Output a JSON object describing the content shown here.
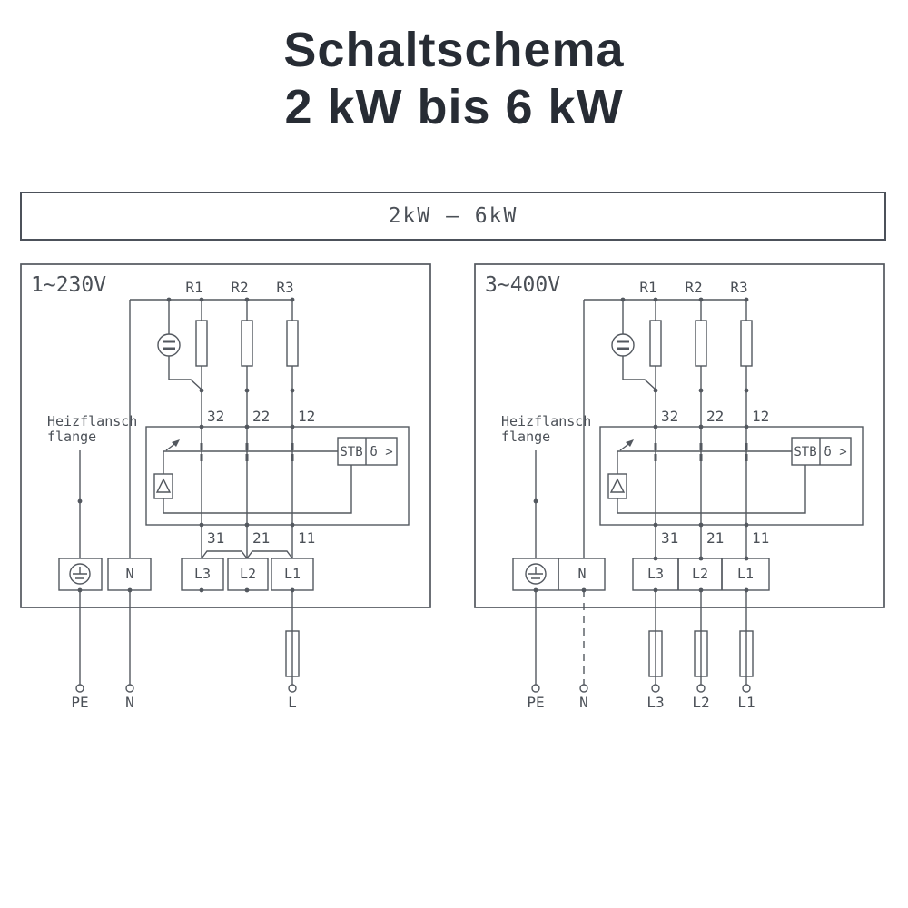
{
  "title": {
    "line1": "Schaltschema",
    "line2": "2 kW bis 6 kW"
  },
  "banner": {
    "label": "2kW – 6kW"
  },
  "colors": {
    "line": "#53585f",
    "text": "#4b5057",
    "title": "#272c34",
    "background": "#ffffff"
  },
  "icons": {
    "earth": "protective-earth-icon",
    "lamp": "indicator-lamp-icon",
    "fuse": "fuse-icon",
    "sensor": "temperature-sensor-icon",
    "contact": "thermostat-contact-icon"
  },
  "panels": {
    "left": {
      "voltage": "1~230V",
      "relay_labels": [
        "R1",
        "R2",
        "R3"
      ],
      "top_contacts": [
        "32",
        "22",
        "12"
      ],
      "bottom_contacts": [
        "31",
        "21",
        "11"
      ],
      "stb": {
        "label": "STB",
        "symbol": "δ >"
      },
      "flange": {
        "line1": "Heizflansch",
        "line2": "flange"
      },
      "blocks": {
        "n": "N",
        "l3": "L3",
        "l2": "L2",
        "l1": "L1"
      },
      "leads": {
        "pe": "PE",
        "n": "N",
        "l": "L"
      }
    },
    "right": {
      "voltage": "3~400V",
      "relay_labels": [
        "R1",
        "R2",
        "R3"
      ],
      "top_contacts": [
        "32",
        "22",
        "12"
      ],
      "bottom_contacts": [
        "31",
        "21",
        "11"
      ],
      "stb": {
        "label": "STB",
        "symbol": "δ >"
      },
      "flange": {
        "line1": "Heizflansch",
        "line2": "flange"
      },
      "blocks": {
        "n": "N",
        "l3": "L3",
        "l2": "L2",
        "l1": "L1"
      },
      "leads": {
        "pe": "PE",
        "n": "N",
        "l3": "L3",
        "l2": "L2",
        "l1": "L1"
      }
    }
  }
}
